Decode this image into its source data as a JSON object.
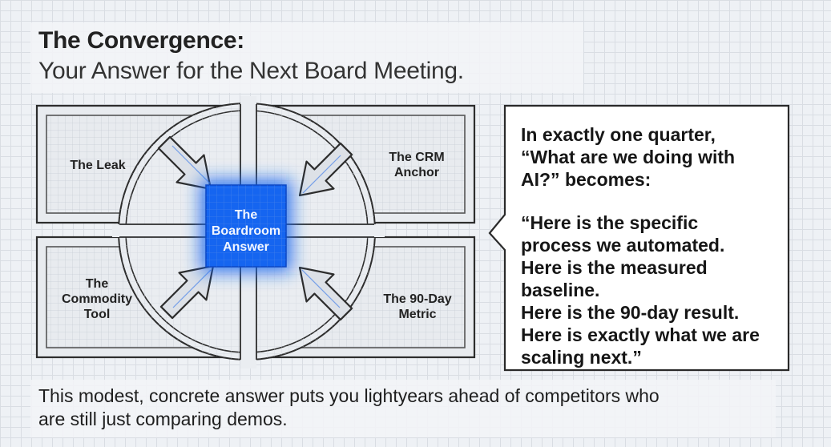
{
  "title": {
    "line1": "The Convergence:",
    "line2": "Your Answer for the Next Board Meeting."
  },
  "diagram": {
    "quadrants": [
      {
        "id": "top-left",
        "label": "The Leak"
      },
      {
        "id": "top-right",
        "label": "The CRM\nAnchor"
      },
      {
        "id": "bottom-left",
        "label": "The\nCommodity\nTool"
      },
      {
        "id": "bottom-right",
        "label": "The 90-Day\nMetric"
      }
    ],
    "center_label": "The\nBoardroom\nAnswer",
    "center_color": "#1565f0"
  },
  "callout": {
    "intro": "In exactly one quarter,\n“What are we doing with\nAI?” becomes:",
    "quote": "“Here is the specific\nprocess we automated.\nHere is the measured baseline.\nHere is the 90-day result.\nHere is exactly what we are\nscaling next.”"
  },
  "footer": {
    "text": "This modest, concrete answer puts you lightyears ahead of competitors who\nare still just comparing demos."
  }
}
